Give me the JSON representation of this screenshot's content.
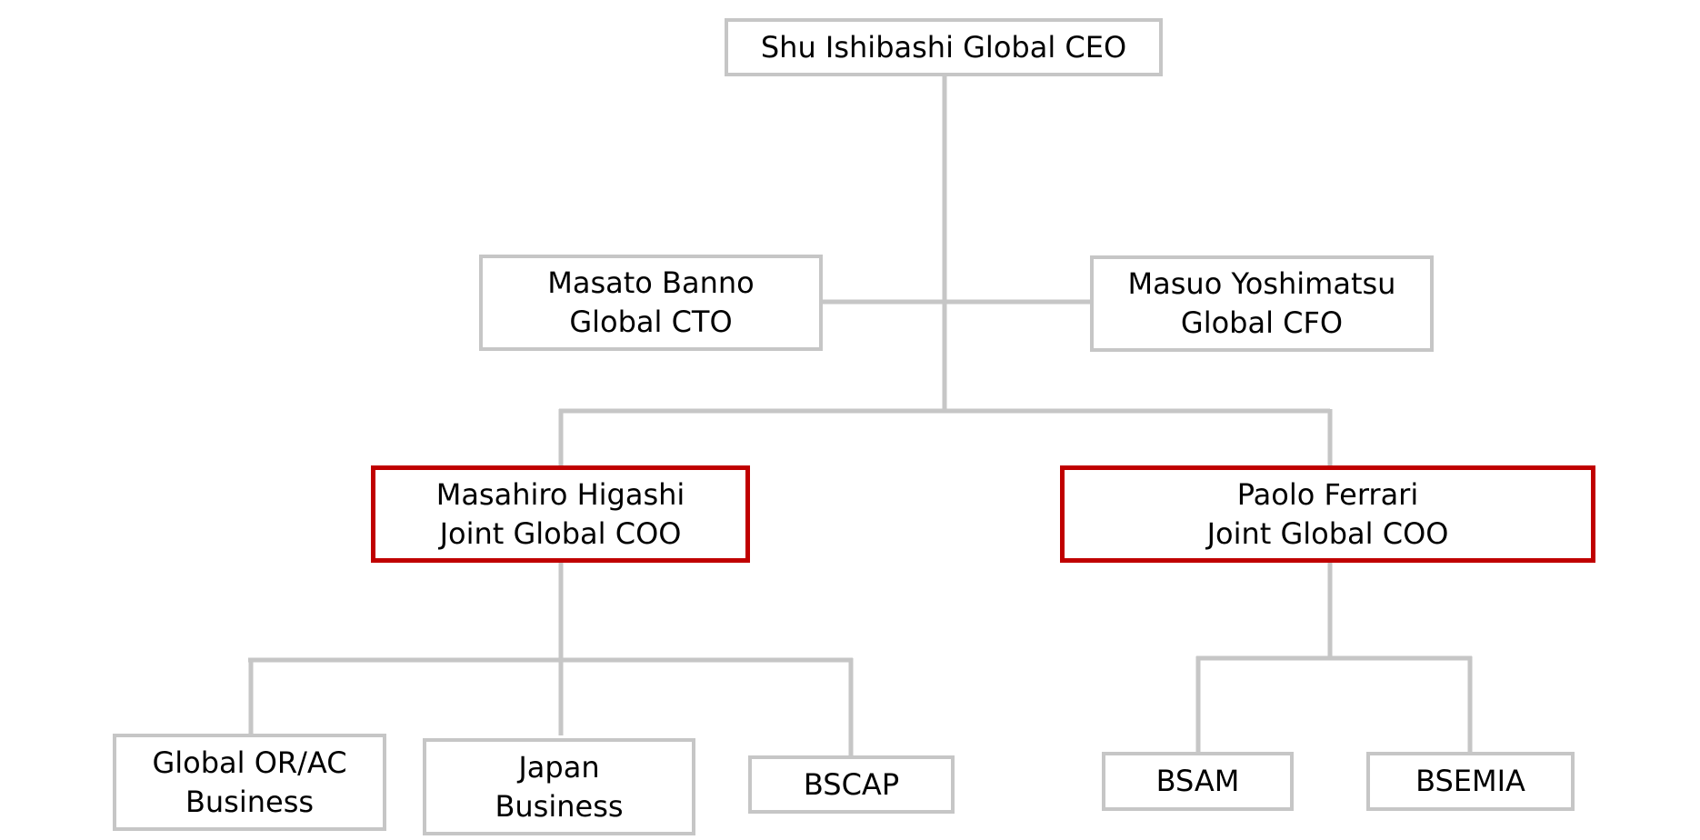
{
  "colors": {
    "connector": "#c6c6c6",
    "default_border": "#c6c6c6",
    "highlight_border": "#c00000",
    "text": "#000000",
    "background": "#ffffff"
  },
  "nodes": {
    "ceo": {
      "line1": "Shu Ishibashi Global CEO"
    },
    "cto": {
      "line1": "Masato Banno",
      "line2": "Global CTO"
    },
    "cfo": {
      "line1": "Masuo Yoshimatsu",
      "line2": "Global CFO"
    },
    "coo_left": {
      "line1": "Masahiro Higashi",
      "line2": "Joint Global COO"
    },
    "coo_right": {
      "line1": "Paolo Ferrari",
      "line2": "Joint Global COO"
    },
    "or_ac": {
      "line1": "Global OR/AC",
      "line2": "Business"
    },
    "japan": {
      "line1": "Japan",
      "line2": "Business"
    },
    "bscap": {
      "line1": "BSCAP"
    },
    "bsam": {
      "line1": "BSAM"
    },
    "bsemia": {
      "line1": "BSEMIA"
    }
  }
}
